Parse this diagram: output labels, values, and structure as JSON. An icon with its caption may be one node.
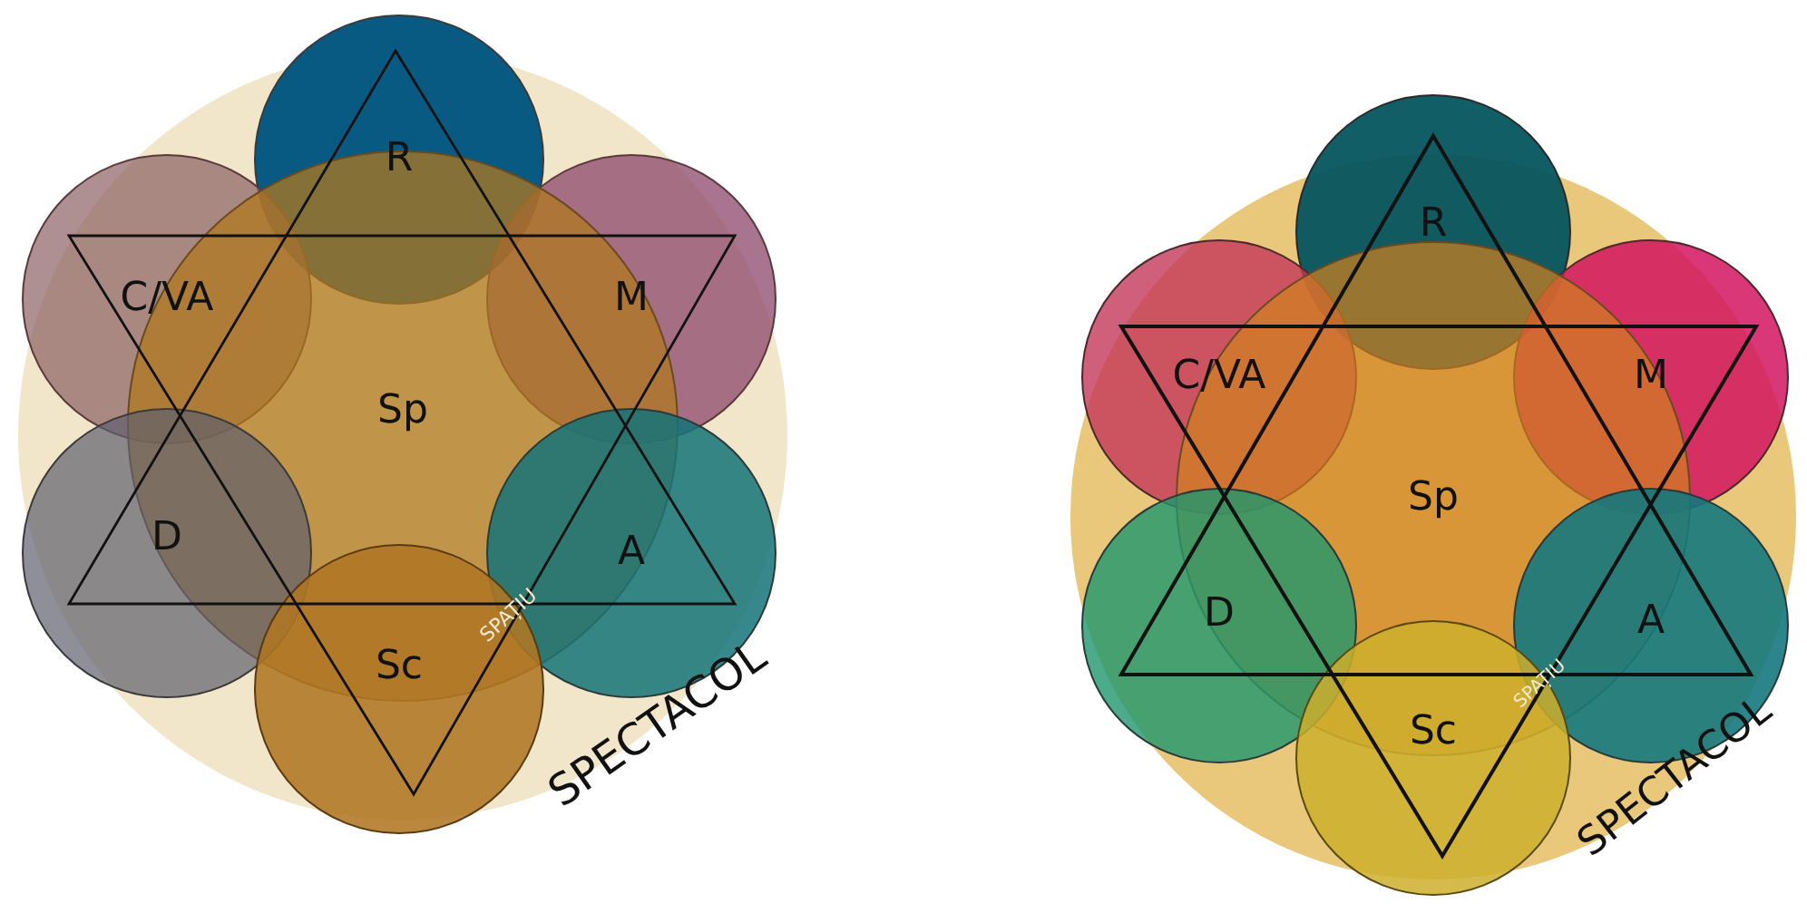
{
  "diagram": {
    "nodes": [
      {
        "text": [
          "R"
        ]
      },
      {
        "text": [
          "C/VA"
        ]
      },
      {
        "text": [
          "M"
        ]
      },
      {
        "text": [
          "Sp"
        ]
      },
      {
        "text": [
          "D"
        ]
      },
      {
        "text": [
          "A"
        ]
      },
      {
        "text": [
          "Sc"
        ]
      },
      {
        "text": [
          "R"
        ]
      },
      {
        "text": [
          "C/VA"
        ]
      },
      {
        "text": [
          "M"
        ]
      },
      {
        "text": [
          "Sp"
        ]
      },
      {
        "text": [
          "D"
        ]
      },
      {
        "text": [
          "A"
        ]
      },
      {
        "text": [
          "Sc"
        ]
      }
    ],
    "edges": [],
    "labels": [
      "SPAȚIU",
      "SPECTACOL",
      "SPAȚIU",
      "SPECTACOL"
    ]
  }
}
